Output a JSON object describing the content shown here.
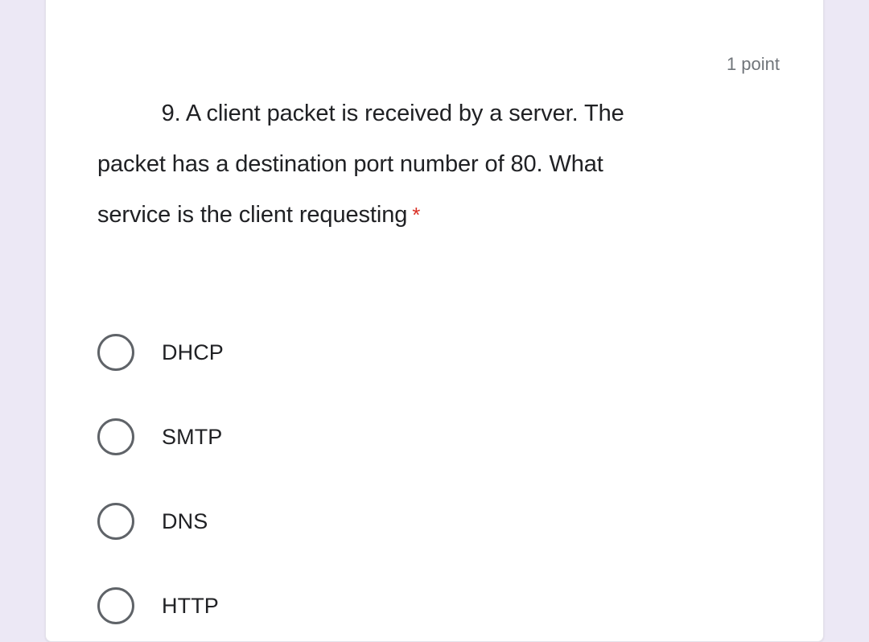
{
  "form": {
    "question": {
      "number_and_text": "9. A client packet is received by a server. The packet has a destination port number of 80. What service is the client requesting",
      "required_marker": "*",
      "points_label": "1 point",
      "required_marker_color": "#d93025",
      "text_color": "#202124",
      "points_color": "#70757a"
    },
    "options": [
      {
        "label": "DHCP",
        "selected": false
      },
      {
        "label": "SMTP",
        "selected": false
      },
      {
        "label": "DNS",
        "selected": false
      },
      {
        "label": "HTTP",
        "selected": false
      }
    ],
    "theme": {
      "page_background": "#ece8f5",
      "card_background": "#ffffff",
      "radio_outline": "#5f6368"
    }
  }
}
